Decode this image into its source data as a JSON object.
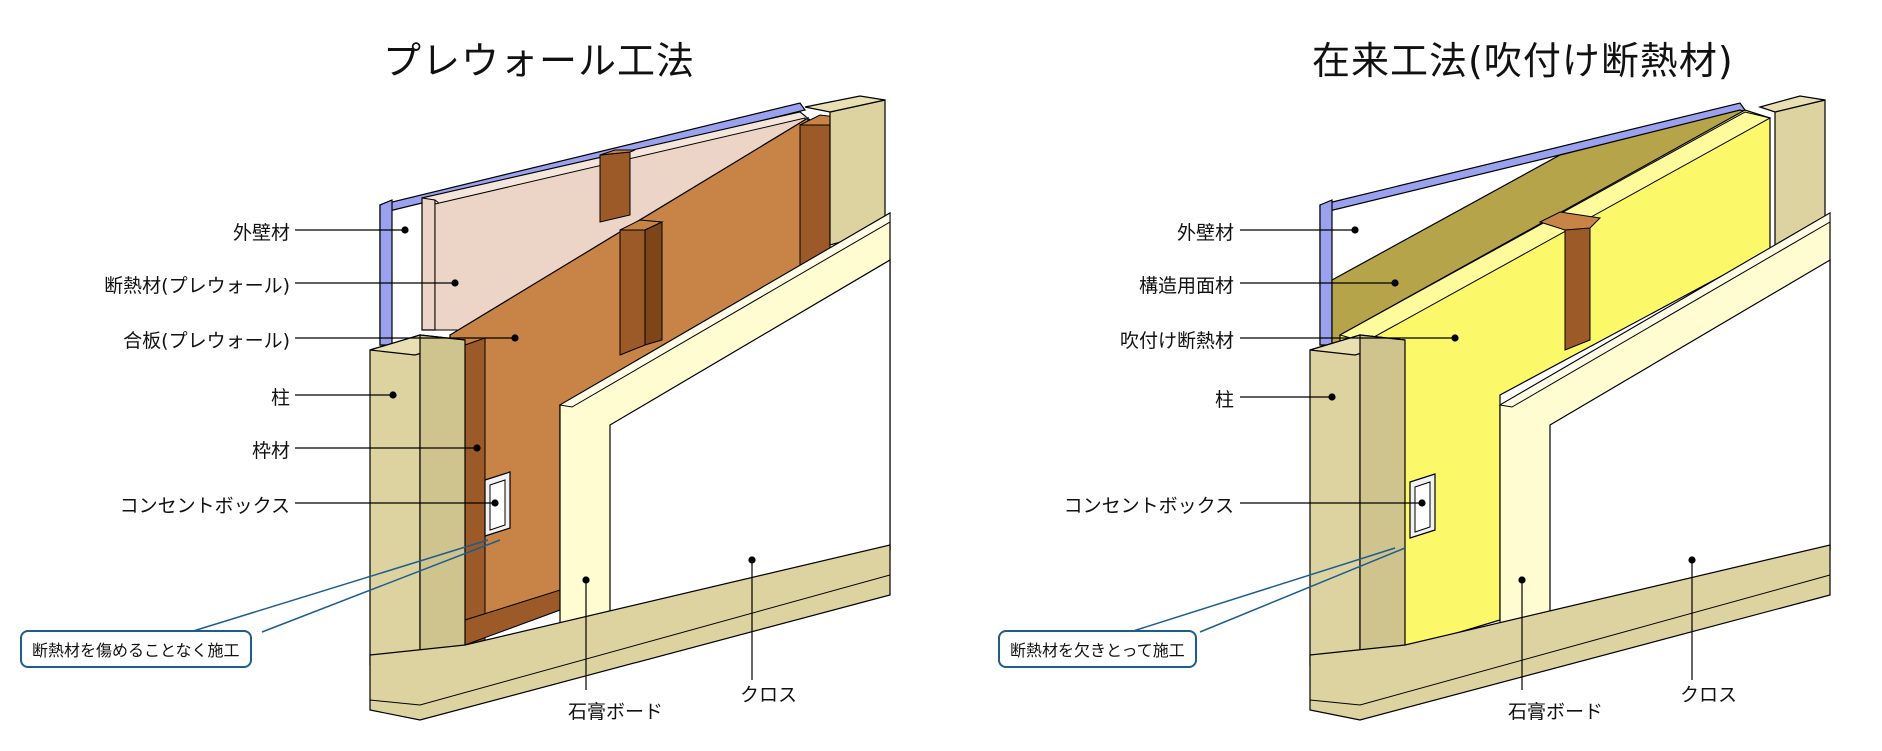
{
  "left": {
    "title": "プレウォール工法",
    "labels": {
      "exterior": "外壁材",
      "insulation": "断熱材(プレウォール)",
      "plywood": "合板(プレウォール)",
      "pillar": "柱",
      "frame": "枠材",
      "outlet": "コンセントボックス",
      "gypsum": "石膏ボード",
      "cloth": "クロス"
    },
    "callout": "断熱材を傷めることなく施工"
  },
  "right": {
    "title": "在来工法(吹付け断熱材)",
    "labels": {
      "exterior": "外壁材",
      "panel": "構造用面材",
      "spray": "吹付け断熱材",
      "pillar": "柱",
      "outlet": "コンセントボックス",
      "gypsum": "石膏ボード",
      "cloth": "クロス"
    },
    "callout": "断熱材を欠きとって施工"
  },
  "colors": {
    "exterior": "#9aa2ef",
    "insulation": "#ecd5c6",
    "plywood": "#c88346",
    "stud": "#9b5a27",
    "timber": "#ddd3a0",
    "gypsum": "#fefcd0",
    "cloth": "#ffffff",
    "panel_olive": "#b5a44a",
    "spray_yellow": "#fbf86a",
    "callout_border": "#1c5d8f"
  }
}
